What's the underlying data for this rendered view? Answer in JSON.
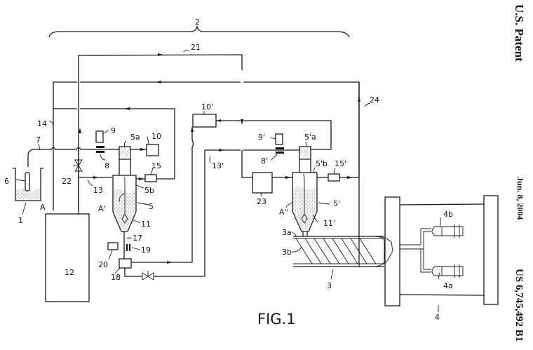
{
  "header": {
    "publisher": "U.S. Patent",
    "date": "Jun. 8, 2004",
    "patent_number": "US 6,745,492 B1"
  },
  "figure": {
    "caption": "FIG.1",
    "labels": {
      "l1": "1",
      "l2": "2",
      "l3": "3",
      "l3a": "3a",
      "l3b": "3b",
      "l4": "4",
      "l4a": "4a",
      "l4b": "4b",
      "l5": "5",
      "l5a": "5a",
      "l5b": "5b",
      "l5p": "5'",
      "l5pa": "5'a",
      "l5pb": "5'b",
      "l6": "6",
      "l7": "7",
      "l8": "8",
      "l8p": "8'",
      "l9": "9",
      "l9p": "9'",
      "l10": "10",
      "l10p": "10'",
      "l11": "11",
      "l11p": "11'",
      "l12": "12",
      "l13": "13",
      "l13p": "13'",
      "l14": "14",
      "l15": "15",
      "l15p": "15'",
      "l17": "17",
      "l18": "18",
      "l19": "19",
      "l20": "20",
      "l21": "21",
      "l22": "22",
      "l23": "23",
      "l24": "24",
      "lA": "A",
      "lAp": "A'",
      "lApp": "A''"
    }
  }
}
